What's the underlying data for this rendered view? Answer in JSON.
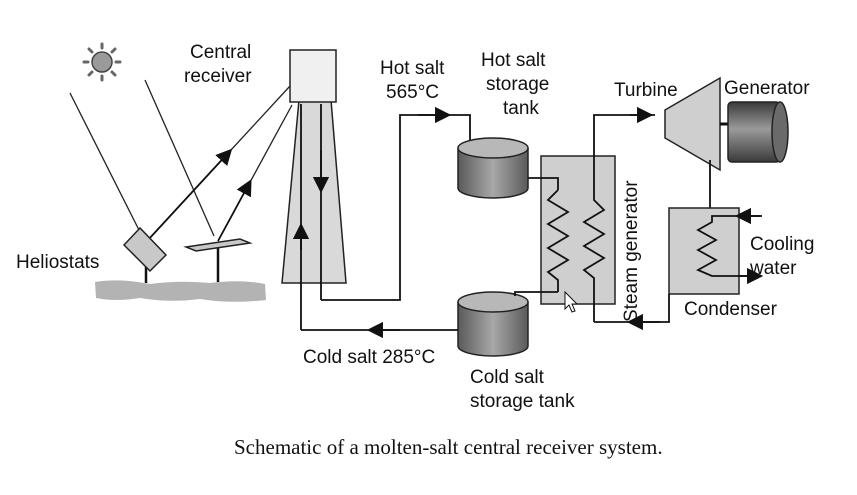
{
  "labels": {
    "central_receiver_1": "Central",
    "central_receiver_2": "receiver",
    "heliostats": "Heliostats",
    "hot_salt_1": "Hot salt",
    "hot_salt_2": "565°C",
    "hot_tank_1": "Hot salt",
    "hot_tank_2": "storage",
    "hot_tank_3": "tank",
    "turbine": "Turbine",
    "generator": "Generator",
    "steam_generator": "Steam generator",
    "cooling_1": "Cooling",
    "cooling_2": "water",
    "condenser": "Condenser",
    "cold_salt": "Cold salt 285°C",
    "cold_tank_1": "Cold salt",
    "cold_tank_2": "storage tank"
  },
  "caption": "Schematic of a molten-salt central receiver system.",
  "colors": {
    "line": "#111111",
    "component_fill": "#cfcfcf",
    "tank_fill": "#8c8c8c",
    "tower_fill": "#d9d9d9",
    "ground_fill": "#b3b3b3"
  },
  "icons": [
    "sun-icon",
    "mouse-cursor-icon"
  ]
}
